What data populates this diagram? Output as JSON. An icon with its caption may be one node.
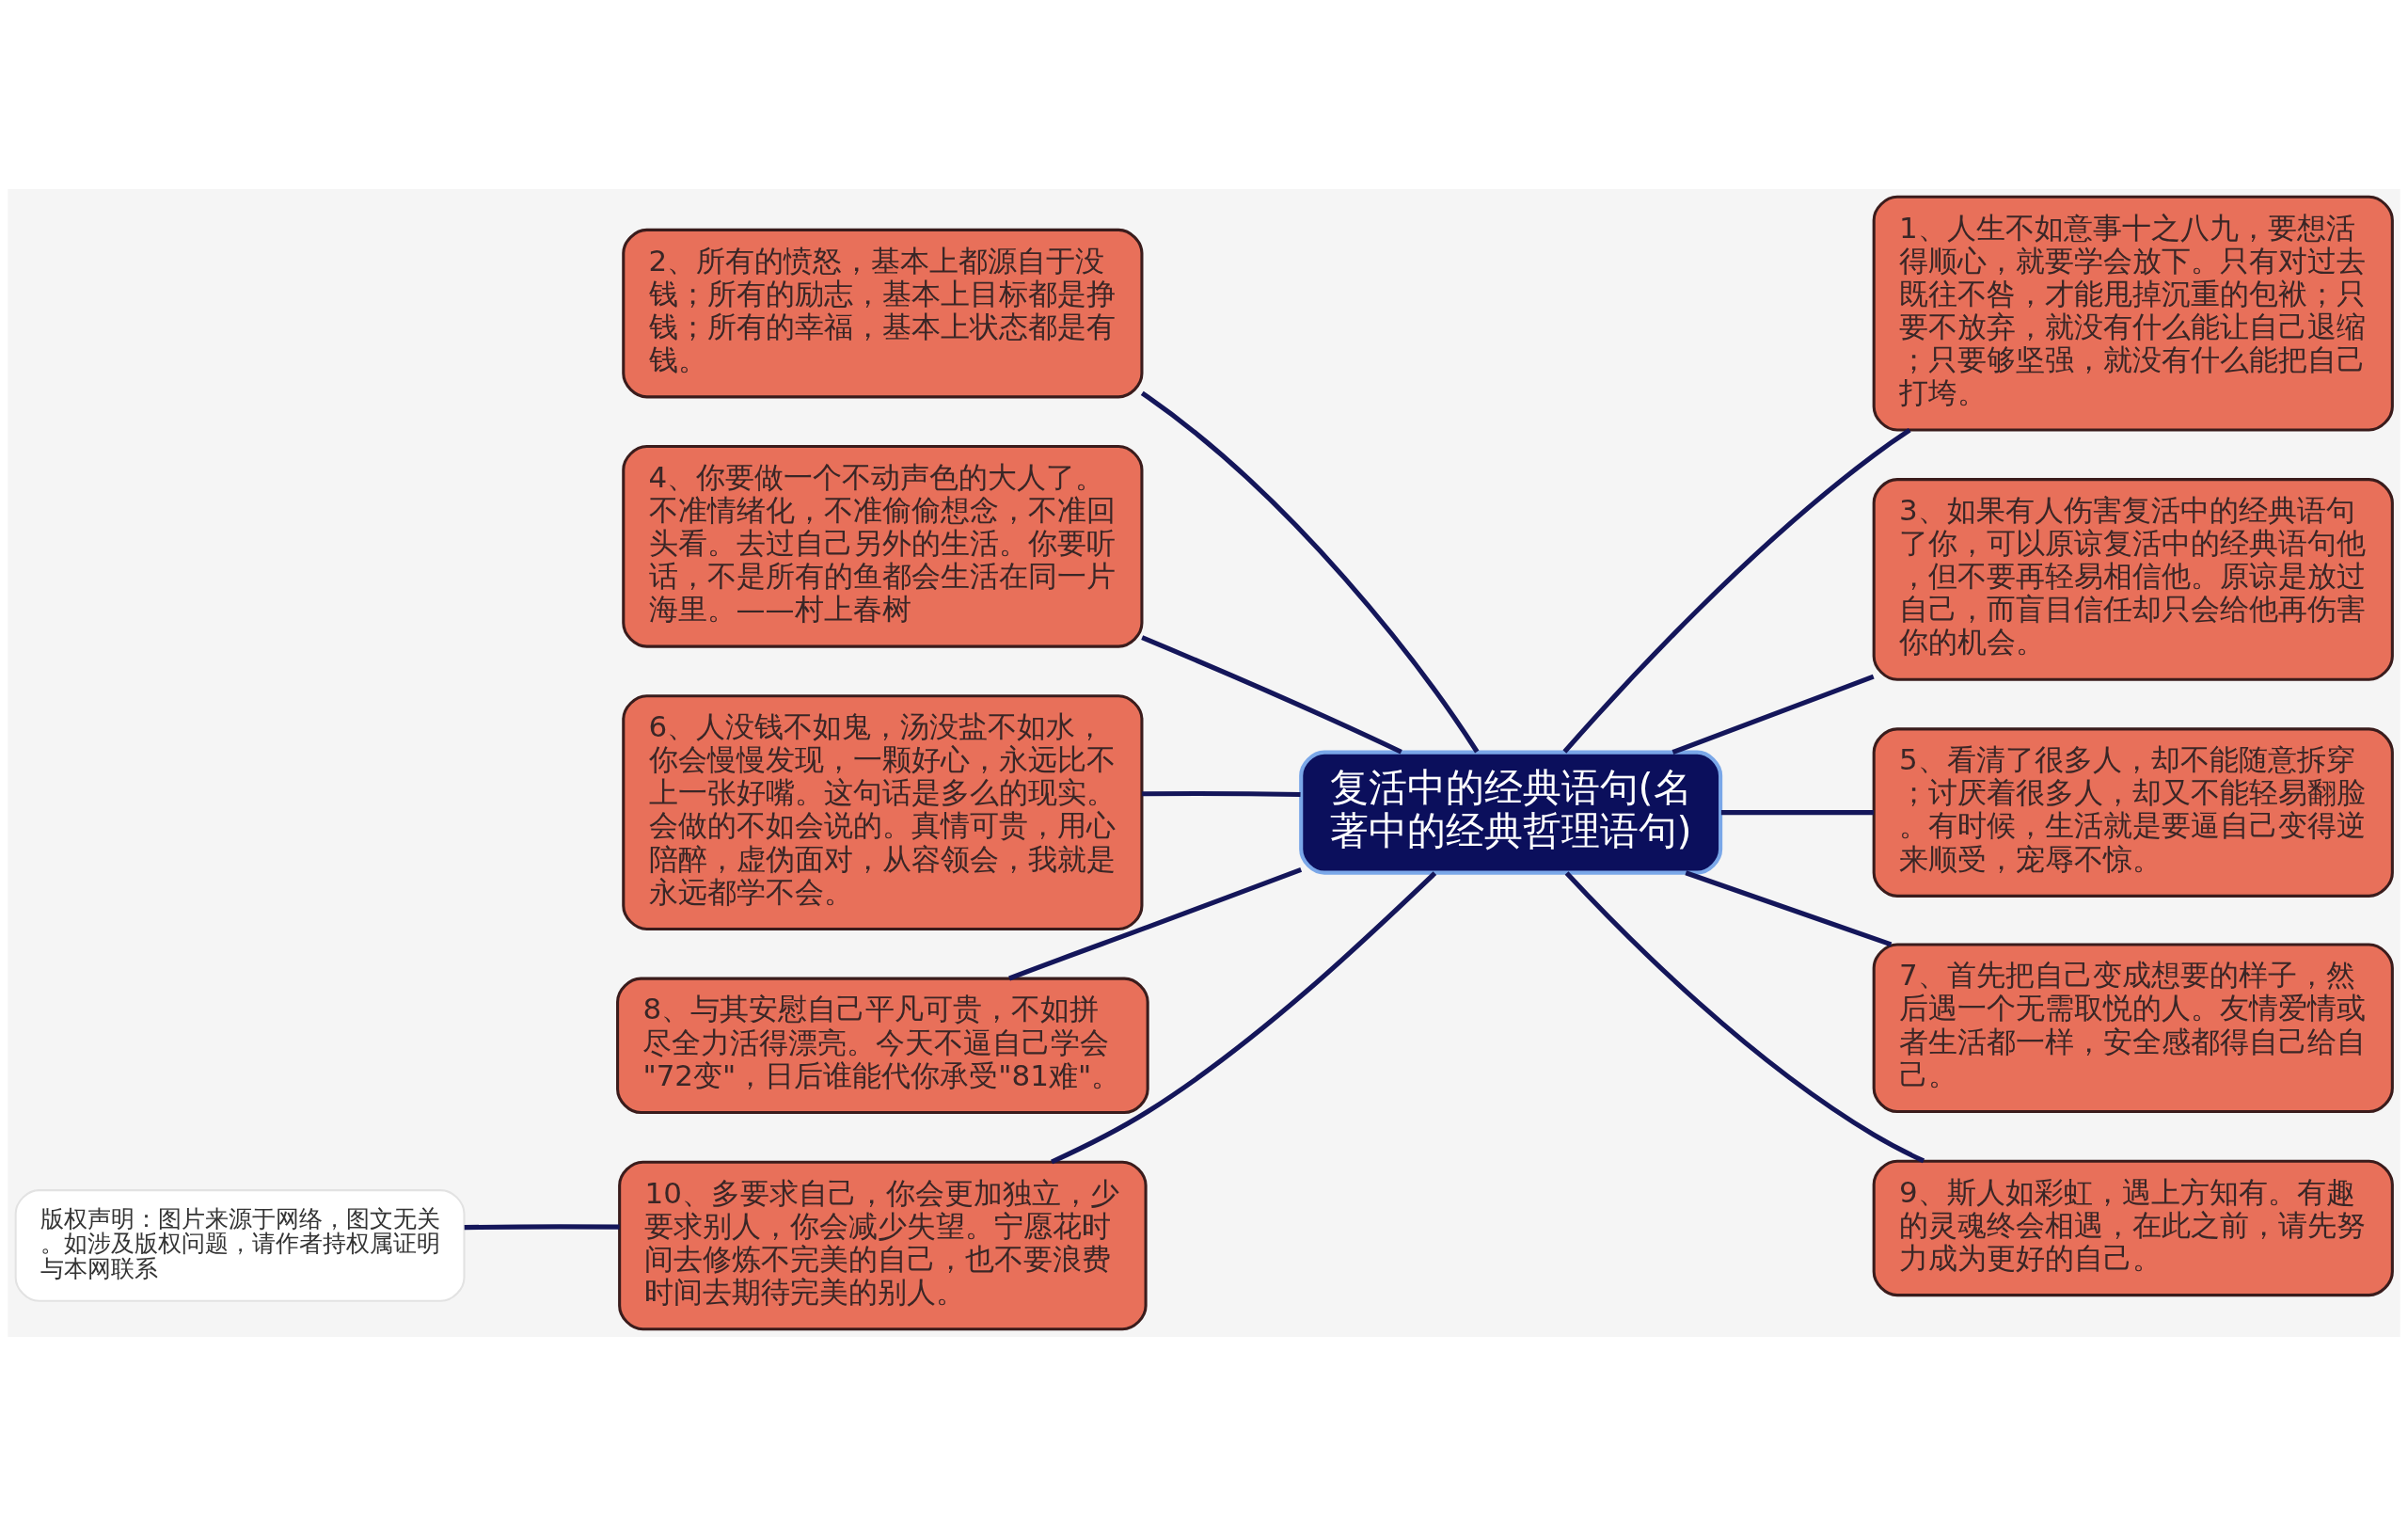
{
  "diagram": {
    "nodes": [
      {
        "text": [
          "复活中的经典语句(名著中的经典哲理语句)"
        ]
      },
      {
        "text": [
          "1、人生不如意事十之八九，要想活得顺心，就要学会放下。只有对过去既往不咎，才能甩掉沉重的包袱；只要不放弃，就没有什么能让自己退缩；只要够坚强，就没有什么能把自己打垮。"
        ]
      },
      {
        "text": [
          "2、所有的愤怒，基本上都源自于没钱；所有的励志，基本上目标都是挣钱；所有的幸福，基本上状态都是有钱。"
        ]
      },
      {
        "text": [
          "3、如果有人伤害复活中的经典语句了你，可以原谅复活中的经典语句他，但不要再轻易相信他。原谅是放过自己，而盲目信任却只会给他再伤害你的机会。"
        ]
      },
      {
        "text": [
          "4、你要做一个不动声色的大人了。不准情绪化，不准偷偷想念，不准回头看。去过自己另外的生活。你要听话，不是所有的鱼都会生活在同一片海里。——村上春树"
        ]
      },
      {
        "text": [
          "5、看清了很多人，却不能随意拆穿；讨厌着很多人，却又不能轻易翻脸。有时候，生活就是要逼自己变得逆来顺受，宠辱不惊。"
        ]
      },
      {
        "text": [
          "6、人没钱不如鬼，汤没盐不如水，你会慢慢发现，一颗好心，永远比不上一张好嘴。这句话是多么的现实。会做的不如会说的。真情可贵，用心陪醉，虚伪面对，从容领会，我就是永远都学不会。"
        ]
      },
      {
        "text": [
          "7、首先把自己变成想要的样子，然后遇一个无需取悦的人。友情爱情或者生活都一样，安全感都得自己给自己。"
        ]
      },
      {
        "text": [
          "8、与其安慰自己平凡可贵，不如拼尽全力活得漂亮。今天不逼自己学会\"72变\"，日后谁能代你承受\"81难\"。"
        ]
      },
      {
        "text": [
          "9、斯人如彩虹，遇上方知有。有趣的灵魂终会相遇，在此之前，请先努力成为更好的自己。"
        ]
      },
      {
        "text": [
          "10、多要求自己，你会更加独立，少要求别人，你会减少失望。宁愿花时间去修炼不完美的自己，也不要浪费时间去期待完美的别人。"
        ]
      },
      {
        "text": [
          "版权声明：图片来源于网络，图文无关。如涉及版权问题，请作者持权属证明与本网联系"
        ]
      }
    ],
    "edges": [
      {
        "from": 0,
        "to": 1,
        "arrow": "none"
      },
      {
        "from": 0,
        "to": 2,
        "arrow": "none"
      },
      {
        "from": 0,
        "to": 3,
        "arrow": "none"
      },
      {
        "from": 0,
        "to": 4,
        "arrow": "none"
      },
      {
        "from": 0,
        "to": 5,
        "arrow": "none"
      },
      {
        "from": 0,
        "to": 6,
        "arrow": "none"
      },
      {
        "from": 0,
        "to": 7,
        "arrow": "none"
      },
      {
        "from": 0,
        "to": 8,
        "arrow": "none"
      },
      {
        "from": 0,
        "to": 9,
        "arrow": "none"
      },
      {
        "from": 0,
        "to": 10,
        "arrow": "none"
      },
      {
        "from": 10,
        "to": 11,
        "arrow": "none"
      }
    ]
  }
}
